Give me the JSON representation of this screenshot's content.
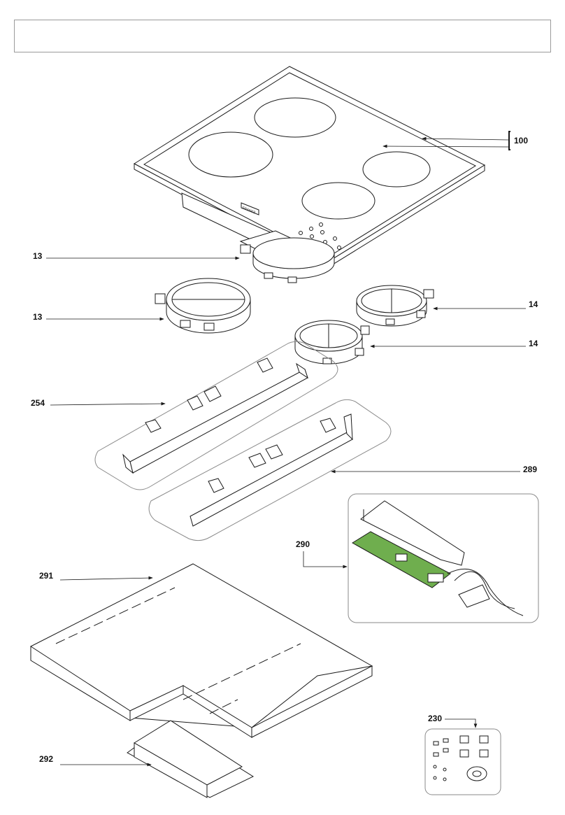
{
  "title_box": {
    "text": ""
  },
  "callouts": {
    "c100": "100",
    "c13a": "13",
    "c13b": "13",
    "c14a": "14",
    "c14b": "14",
    "c254": "254",
    "c289": "289",
    "c290": "290",
    "c291": "291",
    "c292": "292",
    "c230": "230"
  },
  "hob_label": "FRANKE",
  "colors": {
    "line": "#1a1a1a",
    "panel_outline": "#9a9a9a",
    "pcb_green": "#6fae4e"
  },
  "icons": {
    "arrow": "arrowhead-icon"
  }
}
